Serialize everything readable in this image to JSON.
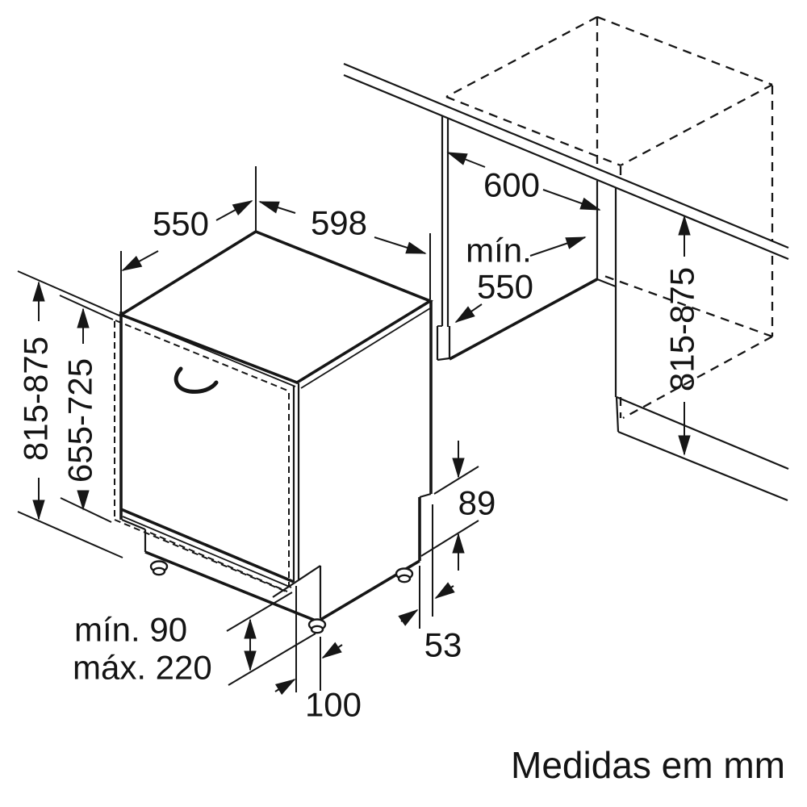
{
  "caption": "Medidas em mm",
  "dimensions": {
    "top_depth": "550",
    "top_width": "598",
    "niche_width": "600",
    "niche_depth_prefix": "mín.",
    "niche_depth_value": "550",
    "total_height_left": "815-875",
    "door_panel_height": "655-725",
    "niche_height_right": "815-875",
    "plinth_min": "mín. 90",
    "plinth_max": "máx. 220",
    "foot_setback": "100",
    "rear_recess_height": "89",
    "rear_recess_depth": "53"
  }
}
